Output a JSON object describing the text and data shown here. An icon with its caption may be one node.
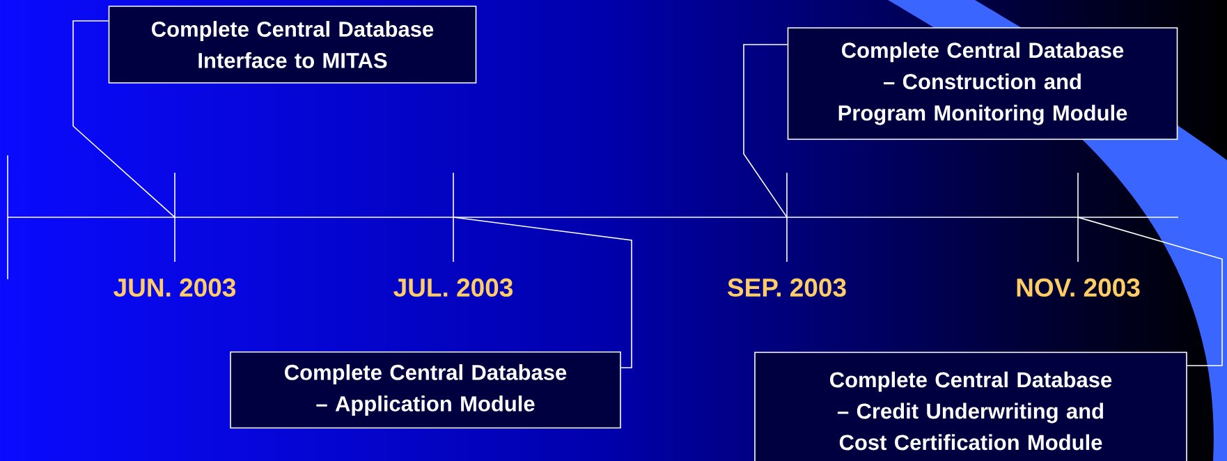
{
  "diagram": {
    "nodes": [
      {
        "text": [
          "Complete Central Database Interface to MITAS"
        ]
      },
      {
        "text": [
          "Complete Central Database – Construction and Program Monitoring Module"
        ]
      },
      {
        "text": [],
        "shape": "bar"
      },
      {
        "text": [],
        "shape": "bar",
        "beside": [
          "JUN. 2003"
        ]
      },
      {
        "text": [],
        "shape": "bar",
        "beside": [
          "JUL. 2003"
        ]
      },
      {
        "text": [],
        "shape": "bar",
        "beside": [
          "SEP. 2003"
        ]
      },
      {
        "text": [],
        "shape": "bar",
        "beside": [
          "NOV. 2003"
        ]
      },
      {
        "text": [
          "Complete Central Database – Application Module"
        ]
      },
      {
        "text": [
          "Complete Central Database – Credit Underwriting and Cost Certification Module"
        ]
      }
    ],
    "edges": [
      {
        "from": 0,
        "to": 3,
        "arrow": "none"
      },
      {
        "from": 7,
        "to": 4,
        "arrow": "none"
      },
      {
        "from": 1,
        "to": 5,
        "arrow": "none"
      },
      {
        "from": 8,
        "to": 6,
        "arrow": "none"
      }
    ]
  }
}
